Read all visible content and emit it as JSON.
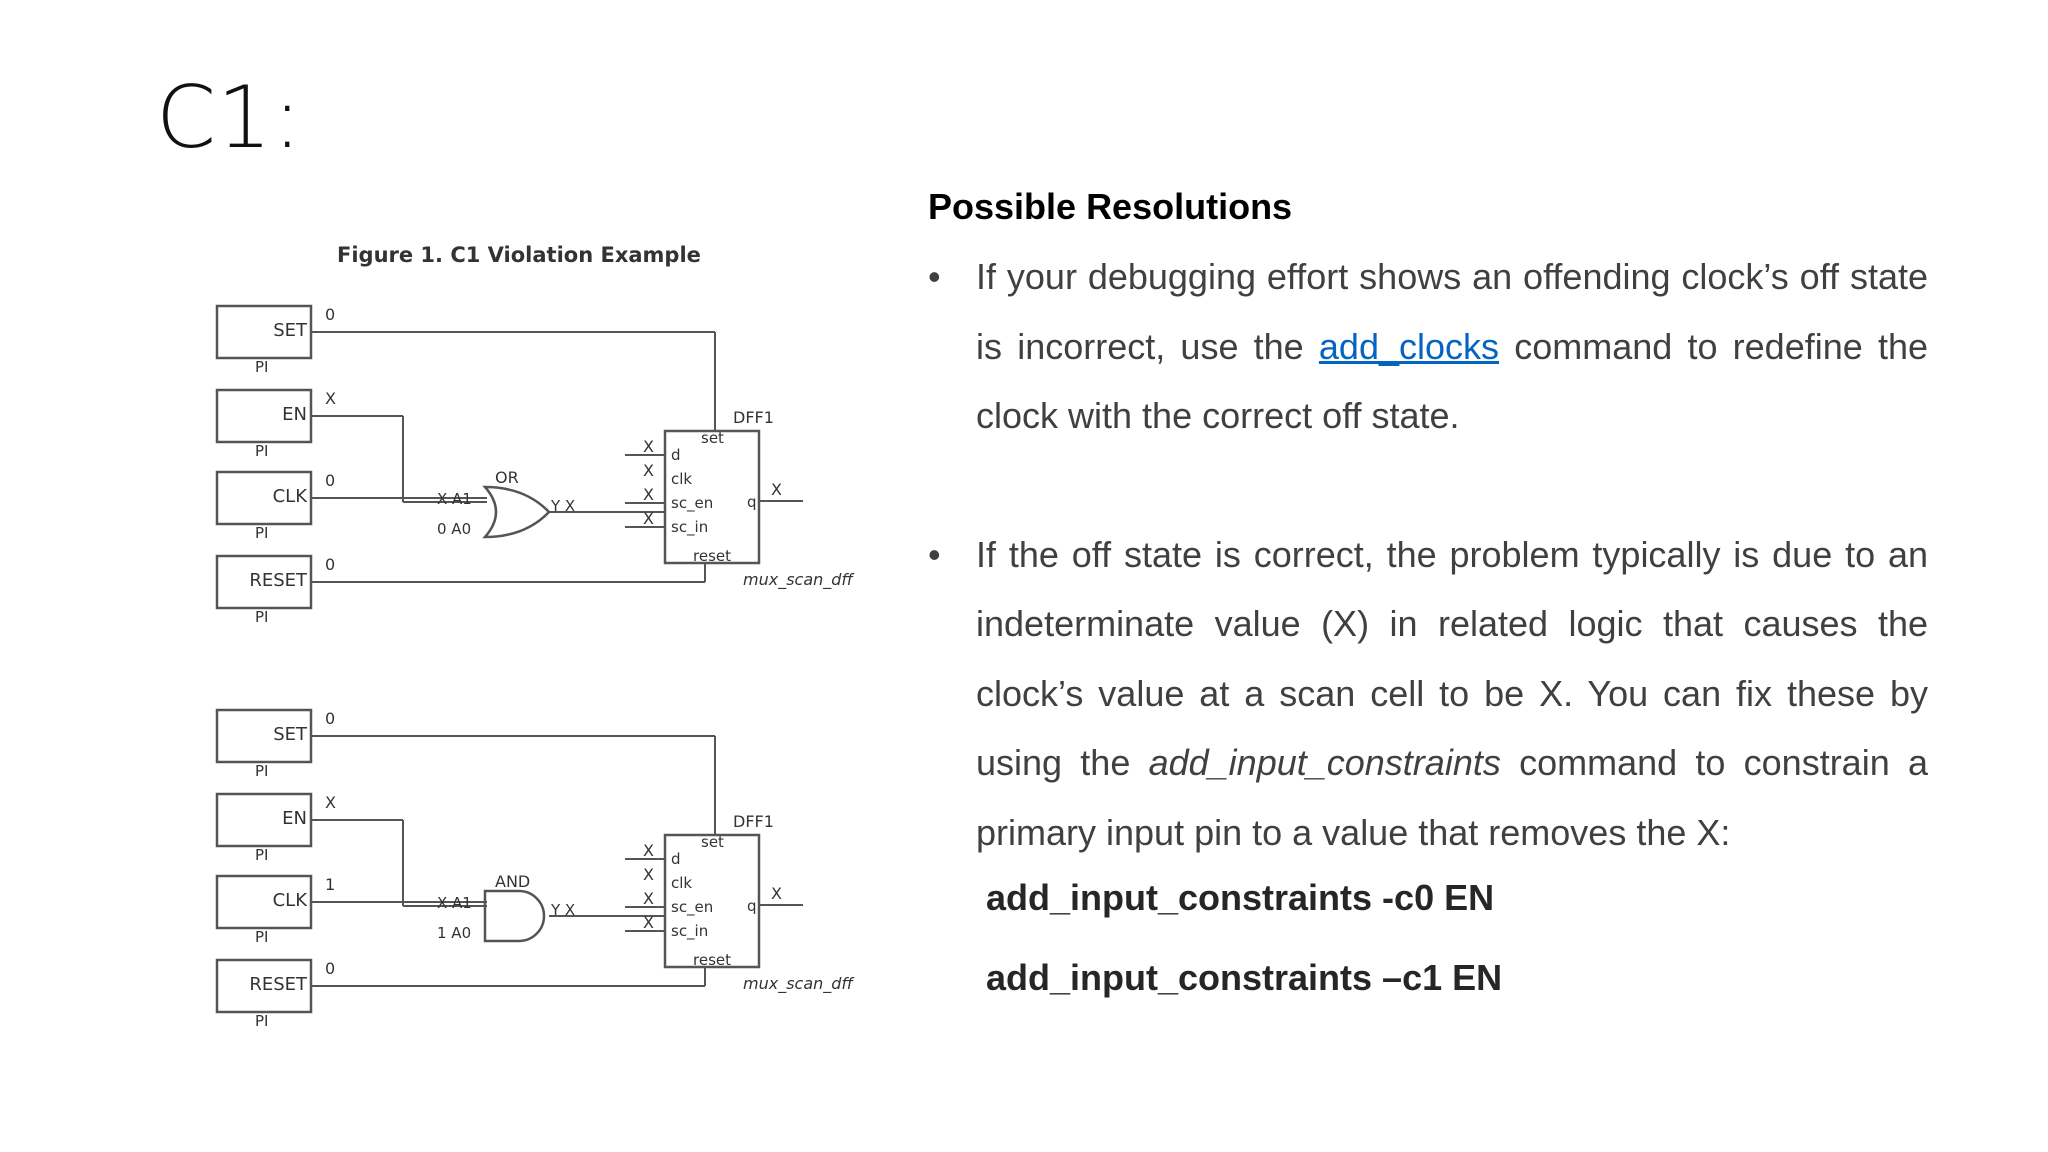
{
  "slide": {
    "title": "C1:"
  },
  "figure": {
    "caption": "Figure 1. C1 Violation Example",
    "top_circuit": {
      "gate": "OR",
      "pins": [
        {
          "name": "SET",
          "value": "0",
          "tag": "PI"
        },
        {
          "name": "EN",
          "value": "X",
          "tag": "PI"
        },
        {
          "name": "CLK",
          "value": "0",
          "tag": "PI"
        },
        {
          "name": "RESET",
          "value": "0",
          "tag": "PI"
        }
      ],
      "gate_in_a1": "X A1",
      "gate_in_a0": "0 A0",
      "gate_out": "Y X",
      "ff_name": "DFF1",
      "ff_cell": "mux_scan_dff",
      "ff_set": "set",
      "ff_reset": "reset",
      "ff_ports": [
        "d",
        "clk",
        "sc_en",
        "sc_in"
      ],
      "ff_port_values": [
        "X",
        "X",
        "X",
        "X"
      ],
      "ff_q": "q",
      "ff_q_value": "X"
    },
    "bottom_circuit": {
      "gate": "AND",
      "pins": [
        {
          "name": "SET",
          "value": "0",
          "tag": "PI"
        },
        {
          "name": "EN",
          "value": "X",
          "tag": "PI"
        },
        {
          "name": "CLK",
          "value": "1",
          "tag": "PI"
        },
        {
          "name": "RESET",
          "value": "0",
          "tag": "PI"
        }
      ],
      "gate_in_a1": "X A1",
      "gate_in_a0": "1 A0",
      "gate_out": "Y X",
      "ff_name": "DFF1",
      "ff_cell": "mux_scan_dff",
      "ff_set": "set",
      "ff_reset": "reset",
      "ff_ports": [
        "d",
        "clk",
        "sc_en",
        "sc_in"
      ],
      "ff_port_values": [
        "X",
        "X",
        "X",
        "X"
      ],
      "ff_q": "q",
      "ff_q_value": "X"
    }
  },
  "content": {
    "heading": "Possible Resolutions",
    "bullet1": {
      "marker": "•",
      "text_before": "If your debugging effort shows an offending clock’s off state is incorrect, use the ",
      "link": "add_clocks",
      "text_after": " command to redefine the clock with the correct off state."
    },
    "bullet2": {
      "marker": "•",
      "text_before": "If the off state is correct, the problem typically is due to an indeterminate value (X) in related logic that causes the clock’s value at a scan cell to be X. You can fix these by using the ",
      "italic": "add_input_constraints",
      "text_after": " command to constrain a primary input pin to a value that removes the X:"
    },
    "command1": "add_input_constraints -c0 EN",
    "command2": "add_input_constraints –c1 EN"
  },
  "colors": {
    "title": "#111111",
    "body_text": "#404040",
    "link": "#0563c1",
    "circuit_lines": "#555555"
  }
}
